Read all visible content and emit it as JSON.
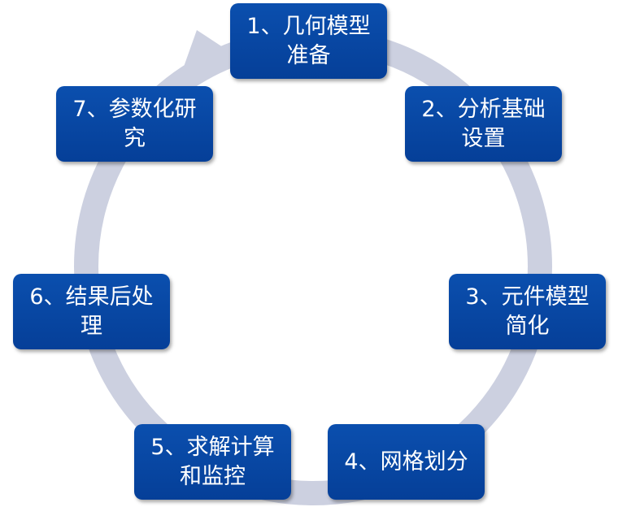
{
  "diagram": {
    "steps": [
      {
        "label": "1、几何模型准备"
      },
      {
        "label": "2、分析基础设置"
      },
      {
        "label": "3、元件模型简化"
      },
      {
        "label": "4、网格划分"
      },
      {
        "label": "5、求解计算和监控"
      },
      {
        "label": "6、结果后处理"
      },
      {
        "label": "7、参数化研究"
      }
    ],
    "colors": {
      "box_fill": "#0b4fae",
      "ring_fill": "#ccd0e0",
      "text": "#ffffff"
    }
  }
}
